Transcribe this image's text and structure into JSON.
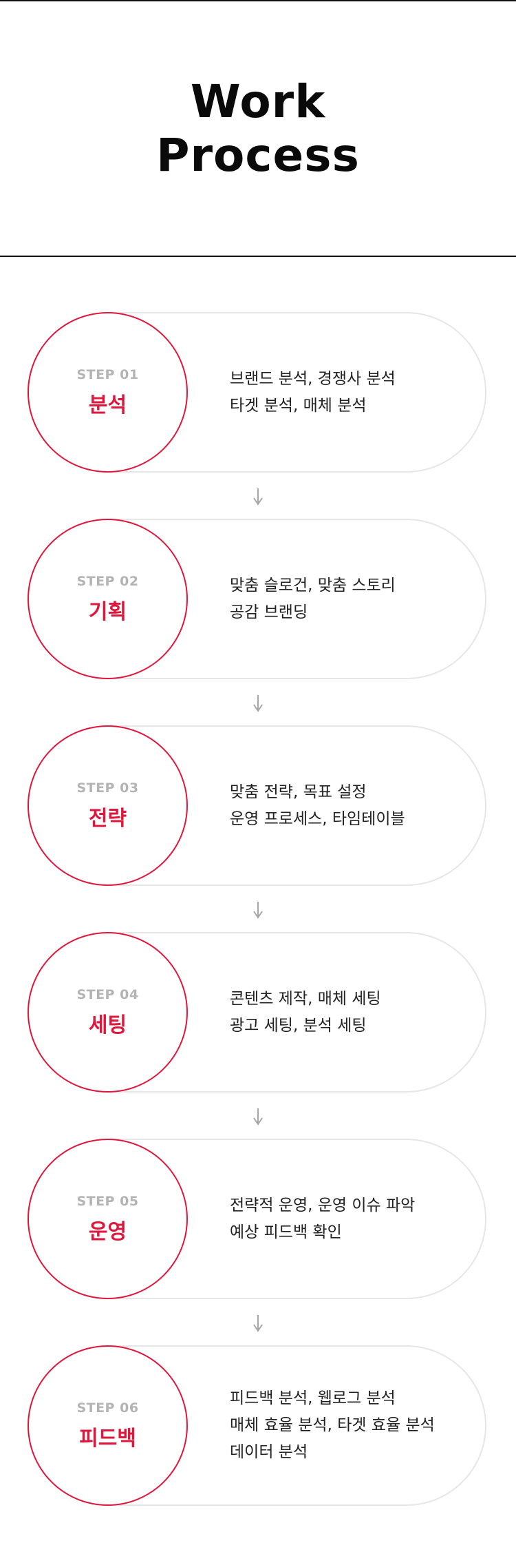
{
  "header": {
    "title_line1": "Work",
    "title_line2": "Process"
  },
  "colors": {
    "accent": "#e0173c",
    "pill_border": "#e6e6e6",
    "step_label": "#b4b4b4",
    "arrow": "#a6a6a6"
  },
  "steps": [
    {
      "label": "STEP 01",
      "name": "분석",
      "lines": [
        "브랜드 분석, 경쟁사 분석",
        "타겟 분석, 매체 분석"
      ]
    },
    {
      "label": "STEP 02",
      "name": "기획",
      "lines": [
        "맞춤 슬로건, 맞춤 스토리",
        "공감 브랜딩"
      ]
    },
    {
      "label": "STEP 03",
      "name": "전략",
      "lines": [
        "맞춤 전략, 목표 설정",
        "운영 프로세스, 타임테이블"
      ]
    },
    {
      "label": "STEP 04",
      "name": "세팅",
      "lines": [
        "콘텐츠 제작, 매체 세팅",
        "광고 세팅, 분석 세팅"
      ]
    },
    {
      "label": "STEP 05",
      "name": "운영",
      "lines": [
        "전략적 운영, 운영 이슈 파악",
        "예상 피드백 확인"
      ]
    },
    {
      "label": "STEP 06",
      "name": "피드백",
      "lines": [
        "피드백 분석, 웹로그 분석",
        "매체 효율 분석, 타겟 효율 분석",
        "데이터 분석"
      ]
    }
  ]
}
